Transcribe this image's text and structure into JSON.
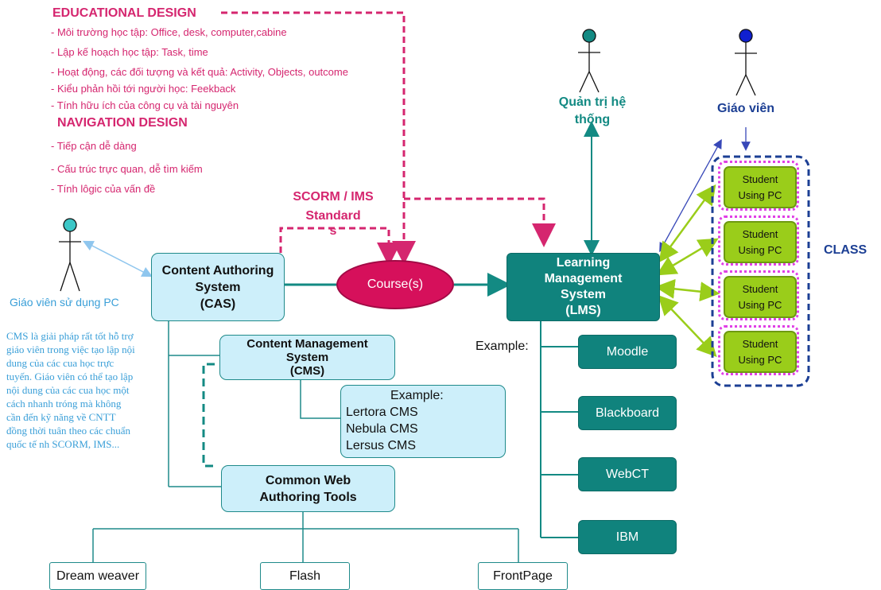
{
  "educational_design": {
    "title": "EDUCATIONAL DESIGN",
    "items": [
      "- Môi trường học tập: Office, desk, computer,cabine",
      "- Lập kế hoạch học tập: Task, time",
      "- Hoạt động, các đối tượng và kết quả: Activity, Objects, outcome",
      "- Kiểu phản hồi tới người học: Feekback",
      "- Tính hữu ích của công cụ và tài nguyên"
    ]
  },
  "navigation_design": {
    "title": "NAVIGATION DESIGN",
    "items": [
      "- Tiếp cận dễ dàng",
      "- Cấu trúc trực quan, dễ tìm kiếm",
      "- Tính lôgic của vấn đề"
    ]
  },
  "scorm": {
    "line1": "SCORM / IMS",
    "line2": "Standard",
    "line3": "s"
  },
  "actors": {
    "admin": {
      "line1": "Quản trị hệ",
      "line2": "thống",
      "head_color": "#138a83"
    },
    "teacher": {
      "label": "Giáo viên",
      "head_color": "#1020d0"
    },
    "pc_teacher": {
      "label": "Giáo viên sử dụng PC",
      "head_color": "#3cc7c7"
    }
  },
  "cas": {
    "line1": "Content Authoring",
    "line2": "System",
    "line3": "(CAS)"
  },
  "course": {
    "label": "Course(s)"
  },
  "lms": {
    "line1": "Learning",
    "line2": "Management",
    "line3": "System",
    "line4": "(LMS)"
  },
  "cms": {
    "line1": "Content Management",
    "line2": "System",
    "line3": "(CMS)"
  },
  "cms_examples": {
    "title": "Example:",
    "items": [
      "Lertora CMS",
      "Nebula CMS",
      "Lersus CMS"
    ]
  },
  "web_tools": {
    "line1": "Common Web",
    "line2": "Authoring Tools"
  },
  "tools": [
    "Dream weaver",
    "Flash",
    "FrontPage"
  ],
  "lms_examples": {
    "label": "Example:",
    "items": [
      "Moodle",
      "Blackboard",
      "WebCT",
      "IBM"
    ]
  },
  "students": [
    {
      "line1": "Student",
      "line2": "Using PC"
    },
    {
      "line1": "Student",
      "line2": "Using PC"
    },
    {
      "line1": "Student",
      "line2": "Using PC"
    },
    {
      "line1": "Student",
      "line2": "Using PC"
    }
  ],
  "class_label": "CLASS",
  "cms_note": "CMS là giải pháp rất tốt hỗ trợ giáo viên trong việc tạo lập nội dung của các cua học trực tuyến. Giáo viên có thể tạo lập nội dung của các cua học một cách nhanh tróng mà không cần đến kỹ năng về CNTT đồng thời tuân theo các chuẩn quốc tế nh SCORM, IMS...",
  "colors": {
    "pink": "#d5266f",
    "teal": "#10837d",
    "light_blue": "#cdeffa",
    "green": "#9acd1a",
    "magenta_dotted": "#e040e6",
    "navy": "#1c3f94"
  }
}
